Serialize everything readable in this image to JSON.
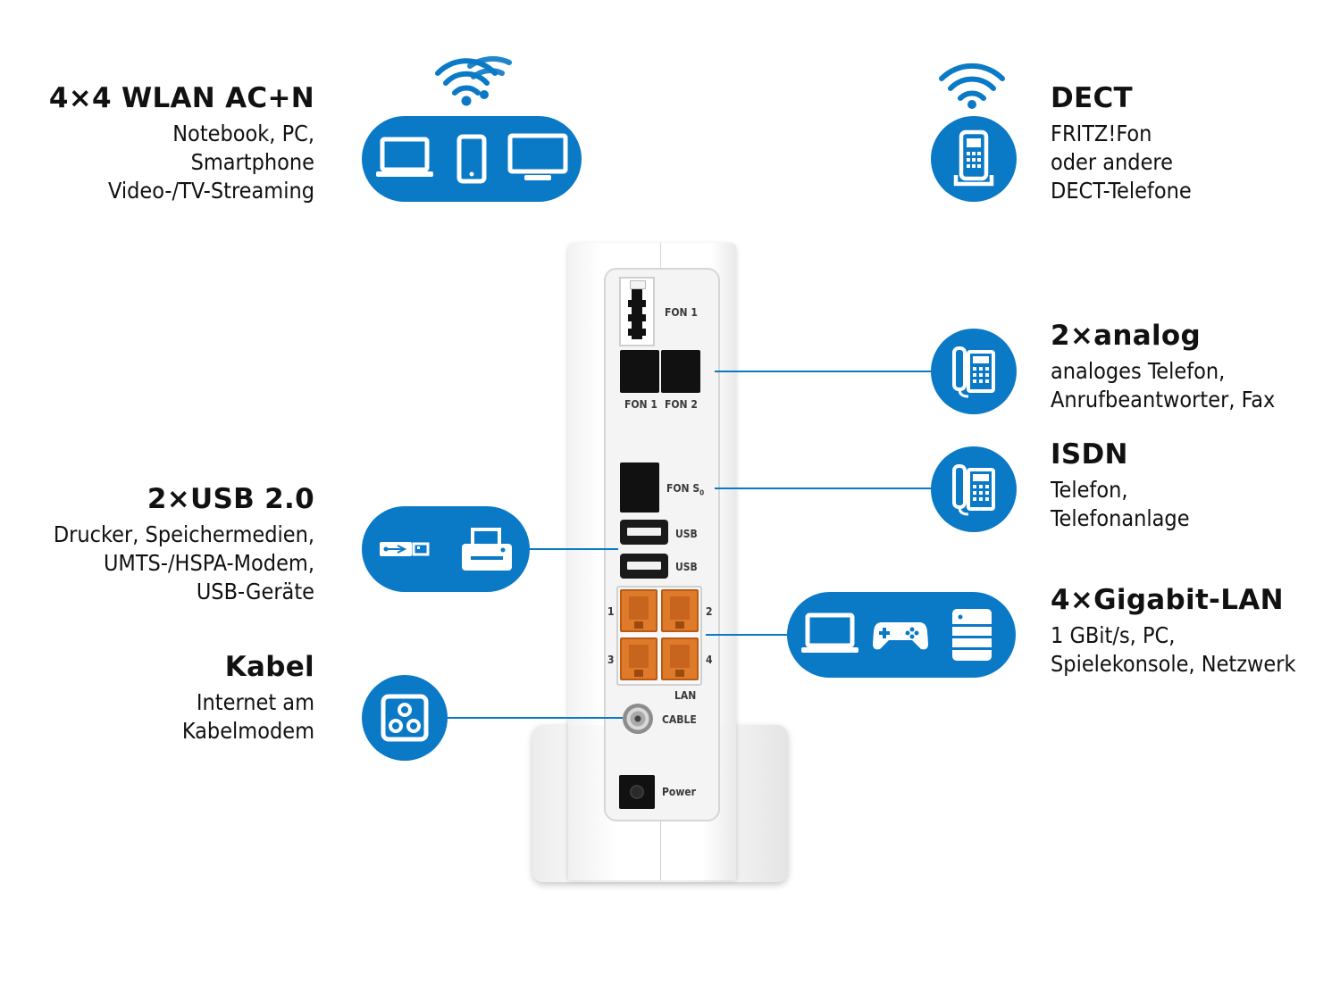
{
  "features": {
    "wlan": {
      "title": "4×4 WLAN AC+N",
      "lines": [
        "Notebook, PC,",
        "Smartphone",
        "Video-/TV-Streaming"
      ]
    },
    "dect": {
      "title": "DECT",
      "lines": [
        "FRITZ!Fon",
        "oder andere",
        "DECT-Telefone"
      ]
    },
    "analog": {
      "title": "2×analog",
      "lines": [
        "analoges Telefon,",
        "Anrufbeantworter, Fax"
      ]
    },
    "isdn": {
      "title": "ISDN",
      "lines": [
        "Telefon,",
        "Telefonanlage"
      ]
    },
    "usb": {
      "title": "2×USB 2.0",
      "lines": [
        "Drucker, Speichermedien,",
        "UMTS-/HSPA-Modem,",
        "USB-Geräte"
      ]
    },
    "lan": {
      "title": "4×Gigabit-LAN",
      "lines": [
        "1 GBit/s, PC,",
        "Spielekonsole, Netzwerk"
      ]
    },
    "kabel": {
      "title": "Kabel",
      "lines": [
        "Internet am",
        "Kabelmodem"
      ]
    }
  },
  "router": {
    "fon1_top": "FON 1",
    "fon1": "FON 1",
    "fon2": "FON 2",
    "fon_s0_main": "FON S",
    "fon_s0_sub": "0",
    "usb1": "USB",
    "usb2": "USB",
    "lan_ports": [
      "1",
      "2",
      "3",
      "4"
    ],
    "lan": "LAN",
    "cable": "CABLE",
    "power": "Power"
  },
  "colors": {
    "accent": "#0a79c6",
    "lan_port": "#e07a2b"
  },
  "icons": {
    "wlan_pill": [
      "laptop-icon",
      "smartphone-icon",
      "monitor-icon"
    ],
    "dect": "dect-phone-icon",
    "analog": "desk-phone-icon",
    "isdn": "desk-phone-icon",
    "usb_pill": [
      "usb-stick-icon",
      "printer-icon"
    ],
    "lan_pill": [
      "laptop-icon",
      "gamepad-icon",
      "server-icon"
    ],
    "kabel": "cable-socket-icon"
  }
}
